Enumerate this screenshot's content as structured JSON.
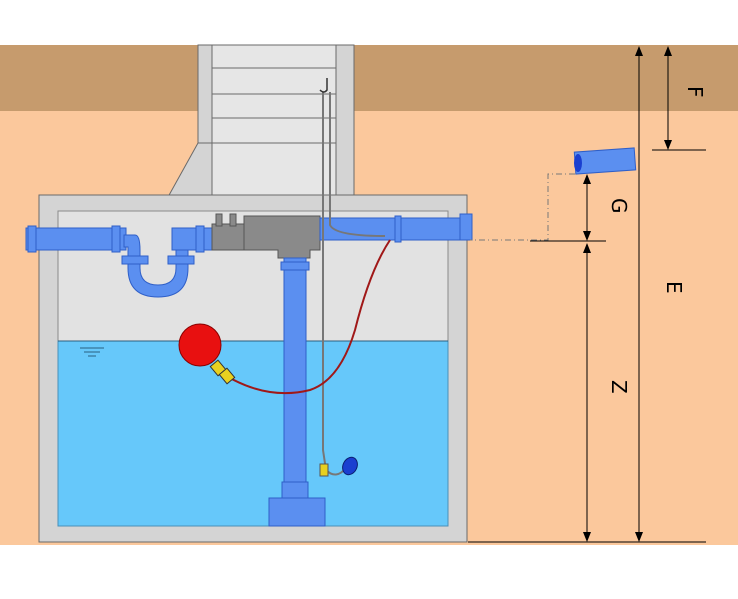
{
  "labels": {
    "F": "F",
    "G": "G",
    "E": "E",
    "Z": "Z"
  },
  "colors": {
    "topsoil": "#c69b6d",
    "soil": "#fbc89c",
    "concrete": "#d4d4d4",
    "tank_air": "#e0e0e0",
    "water": "#66c8fa",
    "pipe_blue": "#5b8ff0",
    "pipe_blue_dark": "#2f5fc8",
    "valve_grey": "#8a8a8a",
    "float_red": "#e81010",
    "cable_red": "#a01818",
    "yellow": "#e8d020",
    "sensor_blue": "#1a3fd0"
  }
}
